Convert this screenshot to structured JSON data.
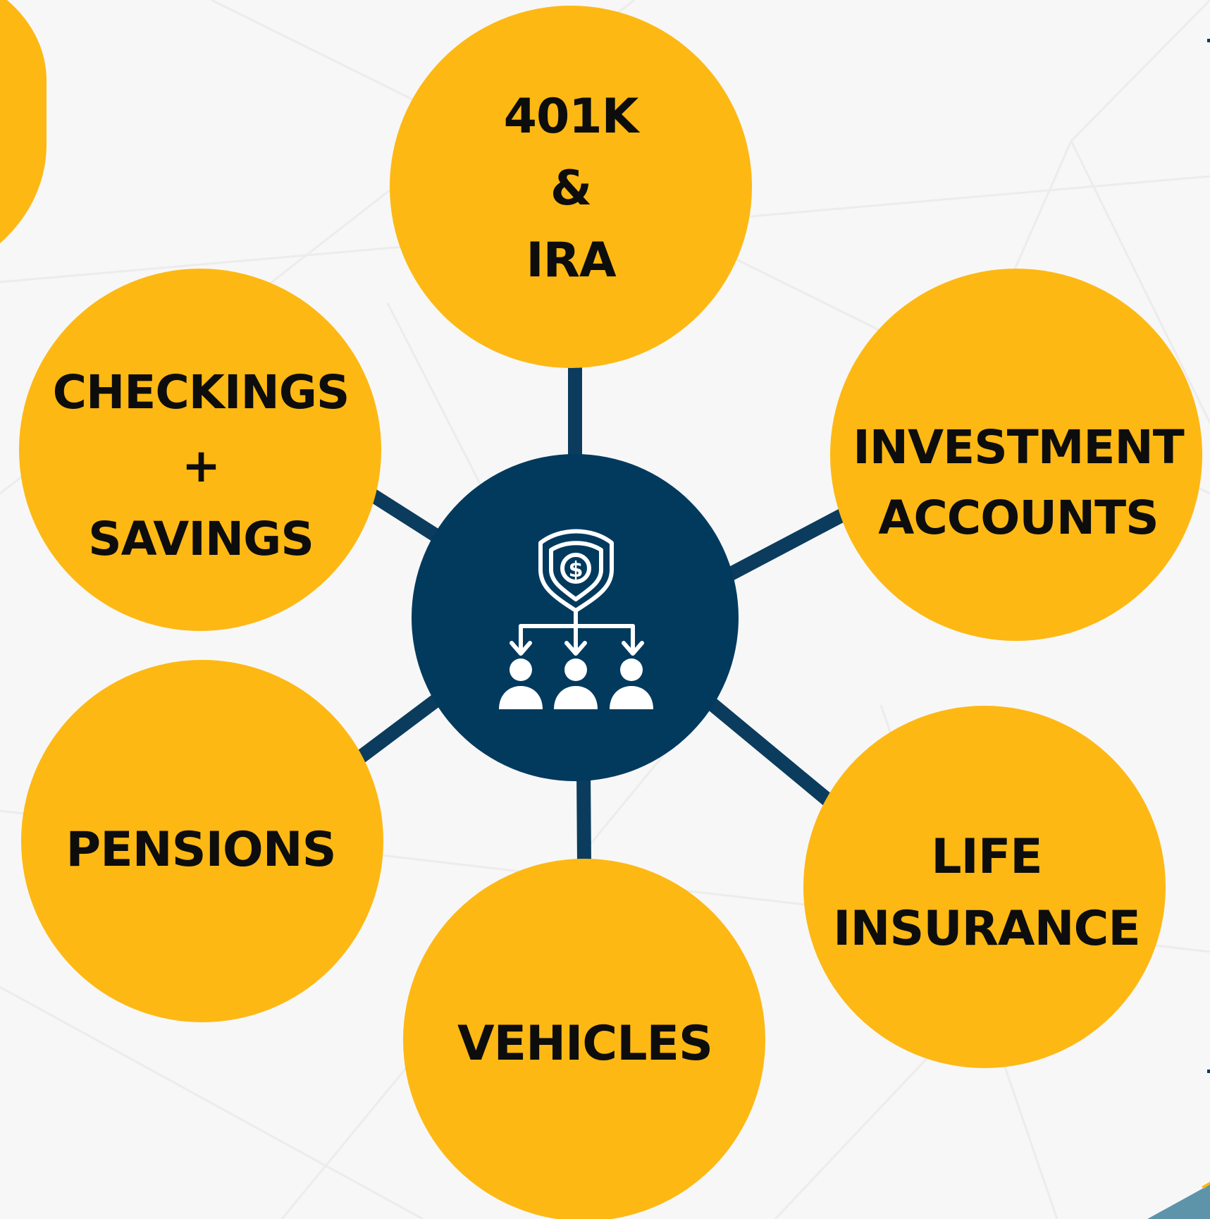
{
  "diagram": {
    "center_icon": "shield-dollar-distribution-people-icon",
    "colors": {
      "node_fill": "#FDB813",
      "center_fill": "#023A5E",
      "connector": "#0B3C5D",
      "background": "#F7F7F7",
      "text": "#0D0D0D",
      "accent_corner": "#5E94AA"
    },
    "nodes": [
      {
        "id": "401k",
        "lines": [
          "401K",
          "&",
          "IRA"
        ]
      },
      {
        "id": "checkings",
        "lines": [
          "CHECKINGS",
          "+",
          "SAVINGS"
        ]
      },
      {
        "id": "investment",
        "lines": [
          "INVESTMENT",
          "ACCOUNTS"
        ]
      },
      {
        "id": "pensions",
        "lines": [
          "PENSIONS"
        ]
      },
      {
        "id": "life",
        "lines": [
          "LIFE",
          "INSURANCE"
        ]
      },
      {
        "id": "vehicles",
        "lines": [
          "VEHICLES"
        ]
      }
    ]
  }
}
